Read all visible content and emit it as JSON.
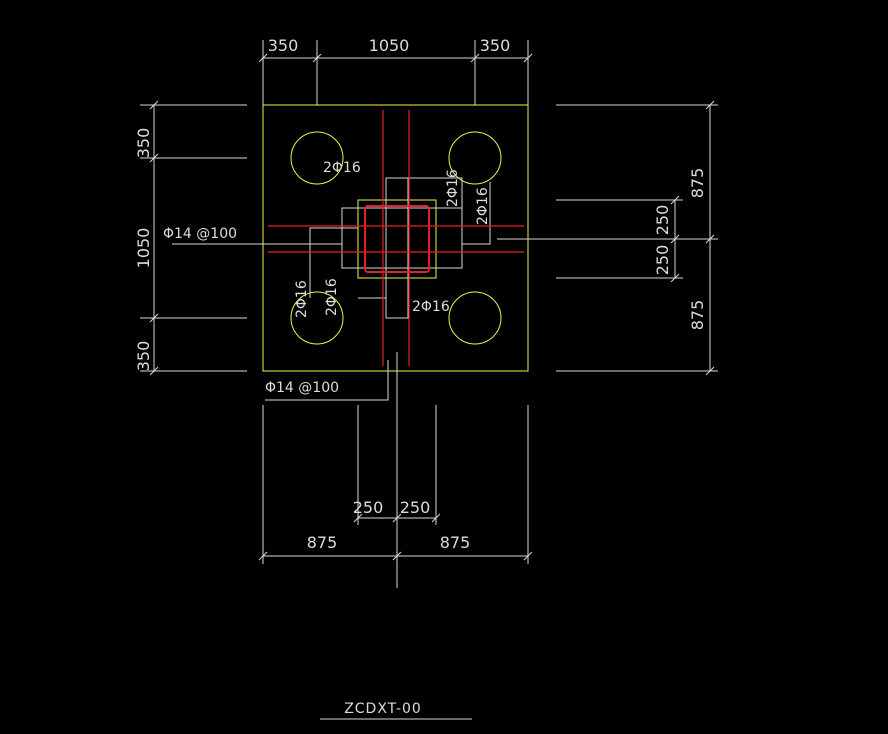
{
  "colors": {
    "background": "#000000",
    "cap_outline": "#f2f24a",
    "rebar": "#e0202a",
    "lines": "#d8d8d8"
  },
  "dimensions": {
    "top": [
      "350",
      "1050",
      "350"
    ],
    "left": [
      "350",
      "1050",
      "350"
    ],
    "right_outer": [
      "875",
      "875"
    ],
    "right_inner": [
      "250",
      "250"
    ],
    "bottom_inner": [
      "250",
      "250"
    ],
    "bottom_outer": [
      "875",
      "875"
    ]
  },
  "annotations": {
    "stirrup_1": "Φ14 @100",
    "stirrup_2": "Φ14 @100",
    "bars_top": "2Φ16",
    "bars_top_right_1": "2Φ16",
    "bars_top_right_2": "2Φ16",
    "bars_bottom_left_1": "2Φ16",
    "bars_bottom_left_2": "2Φ16",
    "bars_bottom_right": "2Φ16"
  },
  "drawing_title": "ZCDXT-00"
}
